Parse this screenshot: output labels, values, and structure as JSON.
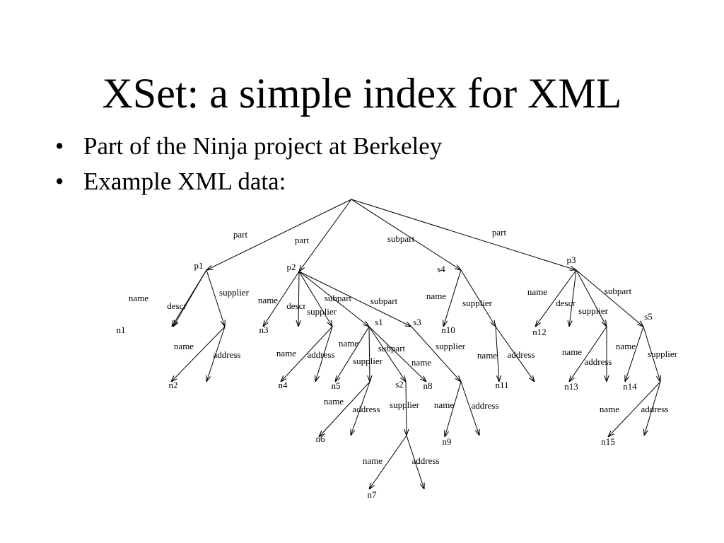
{
  "slide": {
    "title": "XSet: a simple index for XML",
    "bullet_marker": "•",
    "bullets": [
      "Part of the Ninja project at Berkeley",
      "Example XML data:"
    ]
  },
  "tree": {
    "nodes": [
      {
        "id": "root",
        "label": ""
      },
      {
        "id": "p1",
        "label": "p1"
      },
      {
        "id": "p2",
        "label": "p2"
      },
      {
        "id": "s4",
        "label": "s4"
      },
      {
        "id": "p3",
        "label": "p3"
      },
      {
        "id": "n1",
        "label": "n1"
      },
      {
        "id": "p1_desc",
        "label": ""
      },
      {
        "id": "p1_sup",
        "label": ""
      },
      {
        "id": "n2",
        "label": "n2"
      },
      {
        "id": "p1_sup_addr",
        "label": ""
      },
      {
        "id": "n3",
        "label": "n3"
      },
      {
        "id": "p2_desc",
        "label": ""
      },
      {
        "id": "p2_sup",
        "label": ""
      },
      {
        "id": "s1",
        "label": "s1"
      },
      {
        "id": "s3",
        "label": "s3"
      },
      {
        "id": "n4",
        "label": "n4"
      },
      {
        "id": "p2_sup_addr",
        "label": ""
      },
      {
        "id": "n5",
        "label": "n5"
      },
      {
        "id": "s1_sup",
        "label": ""
      },
      {
        "id": "s2",
        "label": "s2"
      },
      {
        "id": "n8",
        "label": "n8"
      },
      {
        "id": "n6",
        "label": "n6"
      },
      {
        "id": "s1_sup_addr",
        "label": ""
      },
      {
        "id": "s2_sup",
        "label": ""
      },
      {
        "id": "n7",
        "label": "n7"
      },
      {
        "id": "s2_sup_addr",
        "label": ""
      },
      {
        "id": "s3_sup",
        "label": ""
      },
      {
        "id": "n9",
        "label": "n9"
      },
      {
        "id": "s3_sup_addr",
        "label": ""
      },
      {
        "id": "n10",
        "label": "n10"
      },
      {
        "id": "s4_sup",
        "label": ""
      },
      {
        "id": "n11",
        "label": "n11"
      },
      {
        "id": "s4_sup_addr",
        "label": ""
      },
      {
        "id": "n12",
        "label": "n12"
      },
      {
        "id": "p3_desc",
        "label": ""
      },
      {
        "id": "p3_sup",
        "label": ""
      },
      {
        "id": "s5",
        "label": "s5"
      },
      {
        "id": "n13",
        "label": "n13"
      },
      {
        "id": "p3_sup_addr",
        "label": ""
      },
      {
        "id": "n14",
        "label": "n14"
      },
      {
        "id": "s5_sup",
        "label": ""
      },
      {
        "id": "n15",
        "label": "n15"
      },
      {
        "id": "s5_sup_addr",
        "label": ""
      }
    ],
    "edges": [
      {
        "from": "root",
        "to": "p1",
        "label": "part"
      },
      {
        "from": "root",
        "to": "p2",
        "label": "part"
      },
      {
        "from": "root",
        "to": "s4",
        "label": "subpart"
      },
      {
        "from": "root",
        "to": "p3",
        "label": "part"
      },
      {
        "from": "p1",
        "to": "n1",
        "label": "name"
      },
      {
        "from": "p1",
        "to": "p1_desc",
        "label": "descr"
      },
      {
        "from": "p1",
        "to": "p1_sup",
        "label": "supplier"
      },
      {
        "from": "p1_sup",
        "to": "n2",
        "label": "name"
      },
      {
        "from": "p1_sup",
        "to": "p1_sup_addr",
        "label": "address"
      },
      {
        "from": "p2",
        "to": "n3",
        "label": "name"
      },
      {
        "from": "p2",
        "to": "p2_desc",
        "label": "descr"
      },
      {
        "from": "p2",
        "to": "p2_sup",
        "label": "supplier"
      },
      {
        "from": "p2",
        "to": "s1",
        "label": "subpart"
      },
      {
        "from": "p2",
        "to": "s3",
        "label": "subpart"
      },
      {
        "from": "p2_sup",
        "to": "n4",
        "label": "name"
      },
      {
        "from": "p2_sup",
        "to": "p2_sup_addr",
        "label": "address"
      },
      {
        "from": "s1",
        "to": "n5",
        "label": "name"
      },
      {
        "from": "s1",
        "to": "s1_sup",
        "label": "supplier"
      },
      {
        "from": "s1",
        "to": "s2",
        "label": "subpart"
      },
      {
        "from": "s1",
        "to": "n8",
        "label": "name"
      },
      {
        "from": "s1_sup",
        "to": "n6",
        "label": "name"
      },
      {
        "from": "s1_sup",
        "to": "s1_sup_addr",
        "label": "address"
      },
      {
        "from": "s2",
        "to": "s2_sup",
        "label": "supplier"
      },
      {
        "from": "s2_sup",
        "to": "n7",
        "label": "name"
      },
      {
        "from": "s2_sup",
        "to": "s2_sup_addr",
        "label": "address"
      },
      {
        "from": "s3",
        "to": "s3_sup",
        "label": "supplier"
      },
      {
        "from": "s3_sup",
        "to": "n9",
        "label": "name"
      },
      {
        "from": "s3_sup",
        "to": "s3_sup_addr",
        "label": "address"
      },
      {
        "from": "s4",
        "to": "n10",
        "label": "name"
      },
      {
        "from": "s4",
        "to": "s4_sup",
        "label": "supplier"
      },
      {
        "from": "s4_sup",
        "to": "n11",
        "label": "name"
      },
      {
        "from": "s4_sup",
        "to": "s4_sup_addr",
        "label": "address"
      },
      {
        "from": "p3",
        "to": "n12",
        "label": "name"
      },
      {
        "from": "p3",
        "to": "p3_desc",
        "label": "descr"
      },
      {
        "from": "p3",
        "to": "p3_sup",
        "label": "supplier"
      },
      {
        "from": "p3",
        "to": "s5",
        "label": "subpart"
      },
      {
        "from": "p3_sup",
        "to": "n13",
        "label": "name"
      },
      {
        "from": "p3_sup",
        "to": "p3_sup_addr",
        "label": "address"
      },
      {
        "from": "s5",
        "to": "n14",
        "label": "name"
      },
      {
        "from": "s5",
        "to": "s5_sup",
        "label": "supplier"
      },
      {
        "from": "s5_sup",
        "to": "n15",
        "label": "name"
      },
      {
        "from": "s5_sup",
        "to": "s5_sup_addr",
        "label": "address"
      }
    ]
  }
}
